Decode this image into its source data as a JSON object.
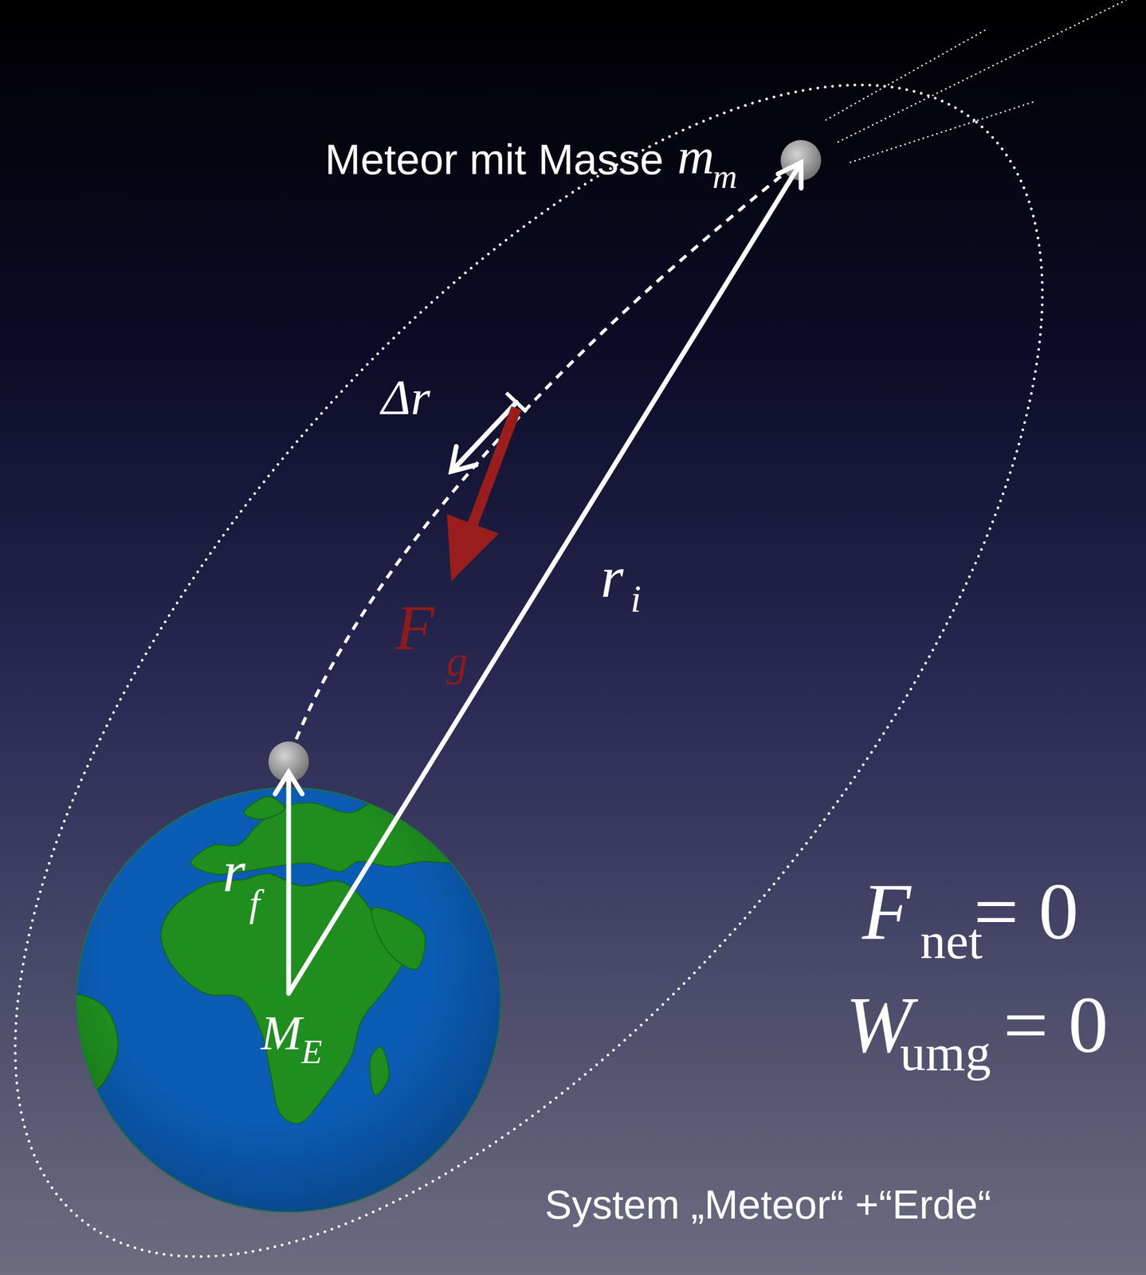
{
  "diagram": {
    "nodes": [
      {
        "text": [
          "M",
          "E"
        ]
      },
      {
        "text": [
          "Meteor mit Masse",
          "m",
          "m"
        ]
      }
    ],
    "labels": [
      "Δr⃗",
      "F⃗",
      "g",
      "r⃗",
      "i",
      "r⃗",
      "f",
      "F⃗",
      "net",
      "= 0⃗",
      "W",
      "umg",
      "= 0",
      "System „Meteor“ +“Erde“"
    ]
  }
}
